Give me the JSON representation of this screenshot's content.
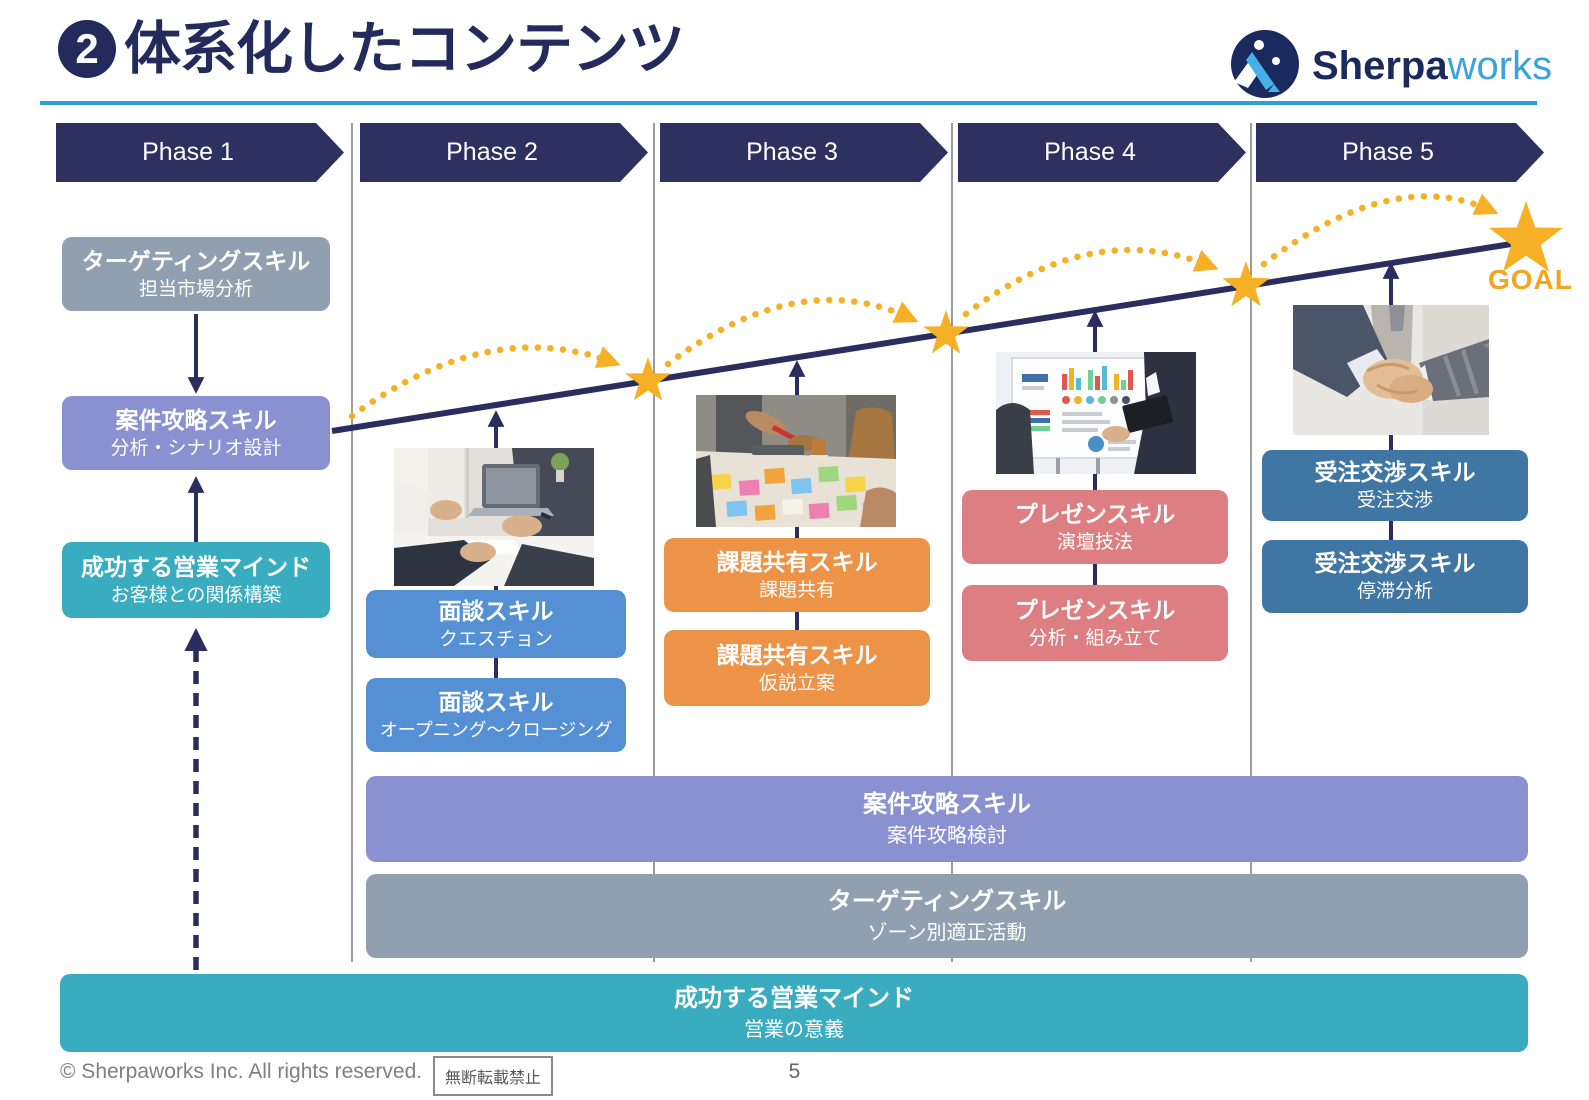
{
  "title": {
    "number": "2",
    "text": "体系化したコンテンツ"
  },
  "logo": {
    "name_bold": "Sherpa",
    "name_light": "works",
    "icon": "sherpaworks-mountain-logo-icon"
  },
  "phases": [
    "Phase 1",
    "Phase 2",
    "Phase 3",
    "Phase 4",
    "Phase 5"
  ],
  "goal": {
    "label": "GOAL",
    "icon": "goal-star-icon"
  },
  "phase1": {
    "box_targeting": {
      "title": "ターゲティングスキル",
      "subtitle": "担当市場分析"
    },
    "box_anken": {
      "title": "案件攻略スキル",
      "subtitle": "分析・シナリオ設計"
    },
    "box_mind": {
      "title": "成功する営業マインド",
      "subtitle": "お客様との関係構築"
    }
  },
  "phase2": {
    "photo": "business-meeting-photo",
    "box1": {
      "title": "面談スキル",
      "subtitle": "クエスチョン"
    },
    "box2": {
      "title": "面談スキル",
      "subtitle": "オープニング～クロージング"
    }
  },
  "phase3": {
    "photo": "brainstorming-sticky-notes-photo",
    "box1": {
      "title": "課題共有スキル",
      "subtitle": "課題共有"
    },
    "box2": {
      "title": "課題共有スキル",
      "subtitle": "仮説立案"
    }
  },
  "phase4": {
    "photo": "presentation-whiteboard-photo",
    "box1": {
      "title": "プレゼンスキル",
      "subtitle": "演壇技法"
    },
    "box2": {
      "title": "プレゼンスキル",
      "subtitle": "分析・組み立て"
    }
  },
  "phase5": {
    "photo": "handshake-photo",
    "box1": {
      "title": "受注交渉スキル",
      "subtitle": "受注交渉"
    },
    "box2": {
      "title": "受注交渉スキル",
      "subtitle": "停滞分析"
    }
  },
  "bars": {
    "anken": {
      "title": "案件攻略スキル",
      "subtitle": "案件攻略検討"
    },
    "targeting": {
      "title": "ターゲティングスキル",
      "subtitle": "ゾーン別適正活動"
    },
    "mind": {
      "title": "成功する営業マインド",
      "subtitle": "営業の意義"
    }
  },
  "footer": {
    "copyright": "© Sherpaworks Inc. All rights reserved.",
    "notice": "無断転載禁止",
    "page_number": "5"
  },
  "colors": {
    "navy": "#2b2d5e",
    "banner_navy": "#2e305f",
    "accent_blue": "#2f9fd8",
    "gray_box": "#91a0b0",
    "purple_box": "#8a91d0",
    "teal_box": "#3aacbf",
    "blue_box": "#5590d5",
    "orange_box": "#ec9347",
    "pink_box": "#dd7e82",
    "steel_box": "#4076a4",
    "gold": "#f6b026",
    "title_navy": "#232a5c"
  }
}
